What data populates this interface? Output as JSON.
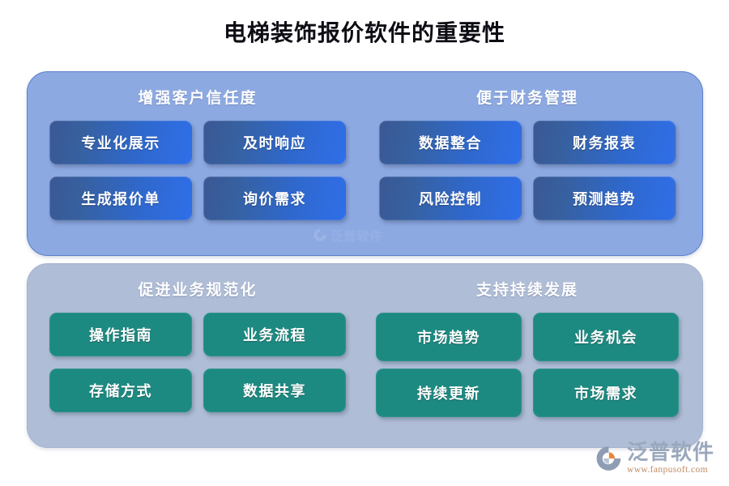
{
  "title": "电梯装饰报价软件的重要性",
  "colors": {
    "panel_blue": "#8da9e2",
    "panel_gray": "#afbdd6",
    "chip_blue_start": "#3a5894",
    "chip_blue_end": "#2f6ee8",
    "chip_teal": "#1d8a81",
    "title_text": "#0d0d14",
    "header_text": "#ffffff",
    "logo_name": "#9aa8bc",
    "logo_url": "#c08a63"
  },
  "panels": [
    {
      "id": "panel-trust-finance",
      "theme": "blue",
      "groups": [
        {
          "id": "group-trust",
          "header": "增强客户信任度",
          "chips": [
            "专业化展示",
            "及时响应",
            "生成报价单",
            "询价需求"
          ]
        },
        {
          "id": "group-finance",
          "header": "便于财务管理",
          "chips": [
            "数据整合",
            "财务报表",
            "风险控制",
            "预测趋势"
          ]
        }
      ]
    },
    {
      "id": "panel-standardize-develop",
      "theme": "gray",
      "groups": [
        {
          "id": "group-standardize",
          "header": "促进业务规范化",
          "chips": [
            "操作指南",
            "业务流程",
            "存储方式",
            "数据共享"
          ]
        },
        {
          "id": "group-develop",
          "header": "支持持续发展",
          "chips": [
            "市场趋势",
            "业务机会",
            "持续更新",
            "市场需求"
          ]
        }
      ]
    }
  ],
  "logo": {
    "name": "泛普软件",
    "url": "www.fanpusoft.com",
    "mark": "fanpu-swoosh-icon"
  },
  "watermark": {
    "name": "泛普软件"
  }
}
